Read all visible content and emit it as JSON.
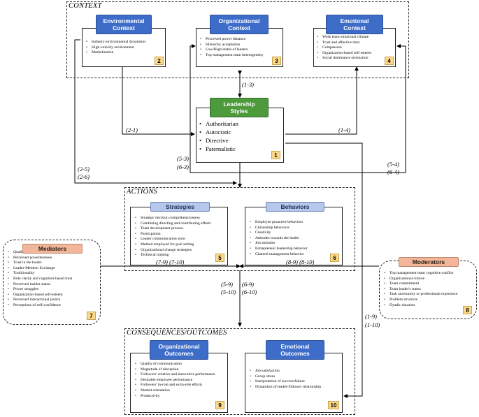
{
  "regions": {
    "context": "CONTEXT",
    "actions": "ACTIONS",
    "consequences": "CONSEQUENCES/OUTCOMES"
  },
  "boxes": {
    "environmental": {
      "title": [
        "Environmental",
        "Context"
      ],
      "items": [
        "Industry environmental dynamism",
        "High-velocity environment",
        "Marketization"
      ],
      "number": "2"
    },
    "organizational_context": {
      "title": [
        "Organizational",
        "Context"
      ],
      "items": [
        "Perceived power distance",
        "Hierarchy acceptation",
        "Low/High status of leaders",
        "Top management team heterogeneity"
      ],
      "number": "3"
    },
    "emotional_context": {
      "title": [
        "Emotional",
        "Context"
      ],
      "items": [
        "Work team emotional climate",
        "Trust and affective trust",
        "Compassion",
        "Organization-based self esteem",
        "Social dominance orientation"
      ],
      "number": "4"
    },
    "leadership": {
      "title": [
        "Leadership",
        "Styles"
      ],
      "items": [
        "Authoritarian",
        "Autocratic",
        "Directive",
        "Paternalistic"
      ],
      "number": "1"
    },
    "strategies": {
      "title": [
        "Strategies"
      ],
      "items": [
        "Strategic decision comprehensiveness",
        "Combining directing and contributing efforts",
        "Team development process",
        "Participation",
        "Leader communication style",
        "Method employed for goal setting",
        "Organizational change strategies",
        "Technical training"
      ],
      "number": "5"
    },
    "behaviors": {
      "title": [
        "Behaviors"
      ],
      "items": [
        "Employee proactive behaviors",
        "Citizenship behaviors",
        "Creativity",
        "Attitudes towards the leader",
        "Job attitudes",
        "Entrepreneur leadership behavior",
        "Channel management behavior"
      ],
      "number": "6"
    },
    "mediators": {
      "title": [
        "Mediators"
      ],
      "items": [
        "Quality of communication experience",
        "Perceived powerlessness",
        "Trust in the leader",
        "Leader-Member Exchange",
        "Traditionality",
        "Role clarity and cognition-based trust",
        "Perceived insider status",
        "Power struggles",
        "Organization-based self-esteem",
        "Perceived interactional justice",
        "Perceptions of self-confidence"
      ],
      "number": "7"
    },
    "moderators": {
      "title": [
        "Moderators"
      ],
      "items": [
        "Top management team cognitive conflict",
        "Organizational culture",
        "Team commitment",
        "Team leader's status",
        "Task uncertainty or professional experience",
        "Problem structure",
        "Dyadic duration"
      ],
      "number": "8"
    },
    "organizational_outcomes": {
      "title": [
        "Organizational",
        "Outcomes"
      ],
      "items": [
        "Quality of communication",
        "Magnitude of disruption",
        "Followers' creative and innovative performance",
        "Desirable employee performance",
        "Followers' in-role and extra-role efforts",
        "Market orientation",
        "Productivity"
      ],
      "number": "9"
    },
    "emotional_outcomes": {
      "title": [
        "Emotional",
        "Outcomes"
      ],
      "items": [
        "Job satisfaction",
        "Group stress",
        "Interpretation of success/failure",
        "Dynamism of leader-follower relationship"
      ],
      "number": "10"
    }
  },
  "edge_labels": {
    "e13": "(1-3)",
    "e21": "(2-1)",
    "e14": "(1-4)",
    "e53": "(5-3)",
    "e63": "(6-3)",
    "e25": "(2-5)",
    "e26": "(2-6)",
    "e54": "(5-4)",
    "e64": "(6-4)",
    "e79": "(7-9)  (7-10)",
    "e89": "(8-9)  (8-10)",
    "e59": "(5-9)",
    "e510": "(5-10)",
    "e69": "(6-9)",
    "e610": "(6-10)",
    "e19": "(1-9)",
    "e110": "(1-10)"
  }
}
